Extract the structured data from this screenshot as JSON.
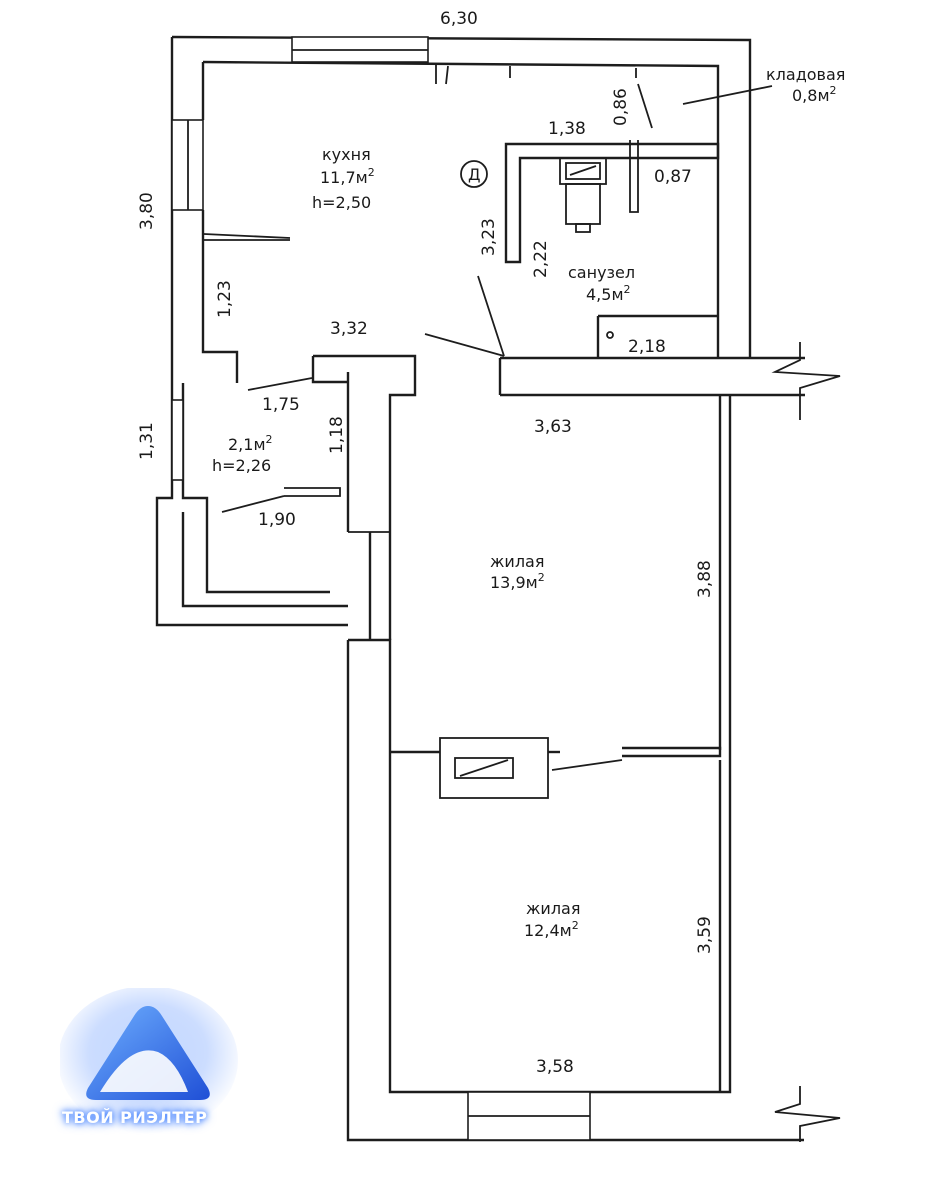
{
  "rooms": {
    "kitchen": {
      "name": "кухня",
      "area": "11,7м",
      "sup": "2",
      "height": "h=2,50"
    },
    "storage": {
      "name": "кладовая",
      "area": "0,8м",
      "sup": "2"
    },
    "bathroom": {
      "name": "санузел",
      "area": "4,5м",
      "sup": "2"
    },
    "hall": {
      "area": "2,1м",
      "sup": "2",
      "height": "h=2,26"
    },
    "living1": {
      "name": "жилая",
      "area": "13,9м",
      "sup": "2"
    },
    "living2": {
      "name": "жилая",
      "area": "12,4м",
      "sup": "2"
    }
  },
  "dimensions": {
    "top": "6,30",
    "left_kitchen": "3,80",
    "kitchen_inner_left": "1,23",
    "hall_left": "1,31",
    "kitchen_bottom": "3,32",
    "bath_diag": "3,23",
    "storage_vertical": "0,86",
    "bath_top": "1,38",
    "bath_side": "0,87",
    "bath_left": "2,22",
    "bath_bottom": "2,18",
    "hall_top": "1,75",
    "hall_right": "1,18",
    "hall_bottom": "1,90",
    "living1_top": "3,63",
    "living1_right": "3,88",
    "living2_right": "3,59",
    "living2_bottom": "3,58"
  },
  "riser_symbol": "Д",
  "logo": {
    "text": "ТВОЙ РИЭЛТЕР",
    "color_primary": "#2f6df0",
    "color_glow": "#8fb4ff"
  }
}
